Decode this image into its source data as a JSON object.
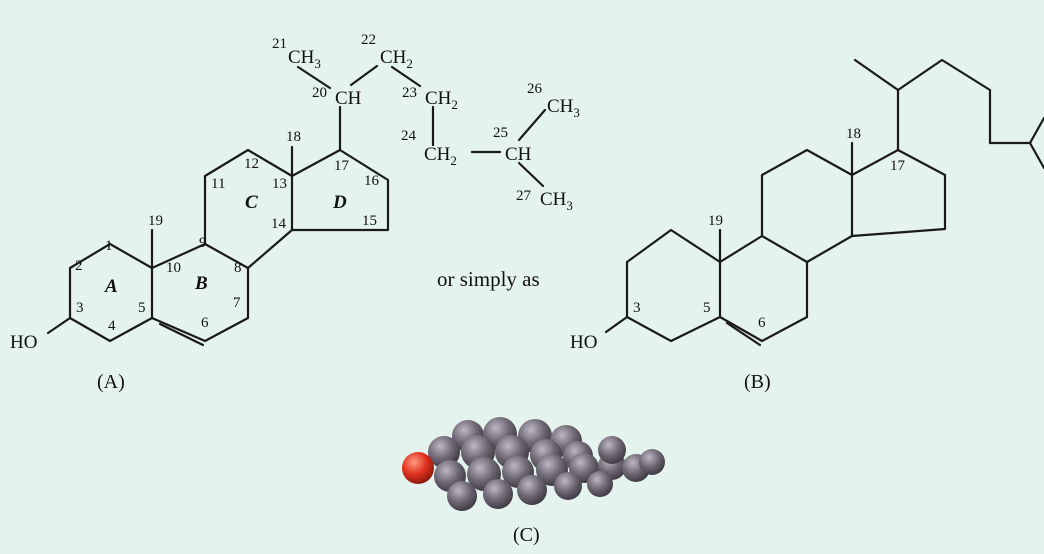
{
  "structure_a": {
    "caption": "(A)",
    "groups": {
      "ho": "HO",
      "c20": "CH",
      "c21": "CH",
      "c22": "CH",
      "c23": "CH",
      "c24": "CH",
      "c25": "CH",
      "c26": "CH",
      "c27": "CH"
    },
    "subscripts": {
      "c21": "3",
      "c22": "2",
      "c23": "2",
      "c24": "2",
      "c26": "3",
      "c27": "3"
    },
    "rings": {
      "a": "A",
      "b": "B",
      "c": "C",
      "d": "D"
    },
    "numbers": {
      "n1": "1",
      "n2": "2",
      "n3": "3",
      "n4": "4",
      "n5": "5",
      "n6": "6",
      "n7": "7",
      "n8": "8",
      "n9": "9",
      "n10": "10",
      "n11": "11",
      "n12": "12",
      "n13": "13",
      "n14": "14",
      "n15": "15",
      "n16": "16",
      "n17": "17",
      "n18": "18",
      "n19": "19",
      "n20": "20",
      "n21": "21",
      "n22": "22",
      "n23": "23",
      "n24": "24",
      "n25": "25",
      "n26": "26",
      "n27": "27"
    }
  },
  "connector": "or simply as",
  "structure_b": {
    "caption": "(B)",
    "groups": {
      "ho": "HO"
    },
    "numbers": {
      "n3": "3",
      "n5": "5",
      "n6": "6",
      "n17": "17",
      "n18": "18",
      "n19": "19"
    }
  },
  "structure_c": {
    "caption": "(C)"
  },
  "colors": {
    "background": "#e4f3ee",
    "bond": "#1a1a1a",
    "carbon_atom": "#6e6874",
    "oxygen_atom": "#e0301e"
  }
}
